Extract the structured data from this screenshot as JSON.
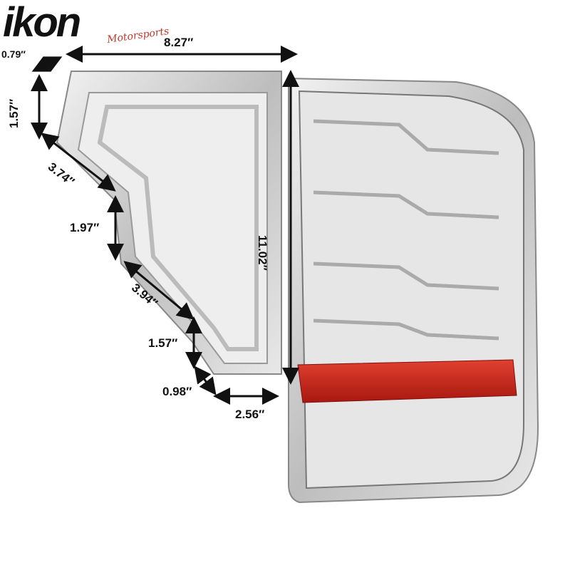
{
  "logo": {
    "brand": "ikon",
    "sub": "Motorsports"
  },
  "dimensions": {
    "top_depth": "0.79″",
    "overall_width": "8.27″",
    "inner_top": "1.57″",
    "diag_upper": "3.74″",
    "vertical_mid": "1.97″",
    "diag_lower": "3.94″",
    "vertical_low": "1.57″",
    "bottom_depth": "0.98″",
    "bottom_width": "2.56″",
    "overall_height": "11.02″"
  },
  "colors": {
    "reflector": "#c8281e",
    "chrome": "#c9c9c9",
    "arrow": "#111111"
  }
}
